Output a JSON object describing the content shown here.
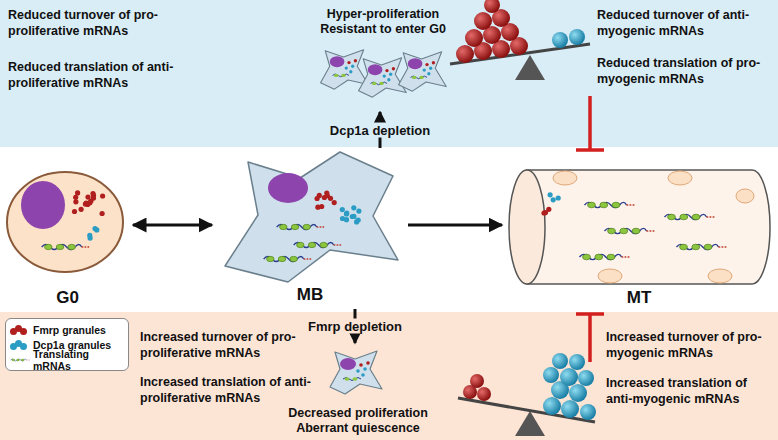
{
  "diagram": {
    "nodes": [
      {
        "text": [
          "Hyper-proliferation Resistant to enter G0"
        ]
      },
      {
        "text": [
          "G0"
        ]
      },
      {
        "text": [
          "MB"
        ]
      },
      {
        "text": [
          "MT"
        ]
      },
      {
        "text": [
          "Decreased proliferation Aberrant quiescence"
        ]
      }
    ],
    "edges": [
      {
        "from": 1,
        "to": 2,
        "arrow": "both"
      },
      {
        "from": 2,
        "to": 3,
        "arrow": "to"
      },
      {
        "from": 2,
        "to": 0,
        "label": "Dcp1a depletion",
        "arrow": "to"
      },
      {
        "from": 2,
        "to": 4,
        "label": "Fmrp depletion",
        "arrow": "to"
      }
    ],
    "labels": [
      "Reduced turnover of pro-proliferative mRNAs",
      "Reduced translation of anti-proliferative mRNAs",
      "Reduced turnover of anti-myogenic mRNAs",
      "Reduced translation of pro-myogenic mRNAs",
      "Increased turnover of pro-proliferative mRNAs",
      "Increased translation of anti-proliferative mRNAs",
      "Increased turnover of pro-myogenic mRNAs",
      "Increased translation of anti-myogenic mRNAs"
    ],
    "legend": [
      {
        "text": "Fmrp granules",
        "color": "#b01e1e"
      },
      {
        "text": "Dcp1a granules",
        "color": "#2b9cc4"
      },
      {
        "text": "Translating mRNAs"
      }
    ]
  }
}
